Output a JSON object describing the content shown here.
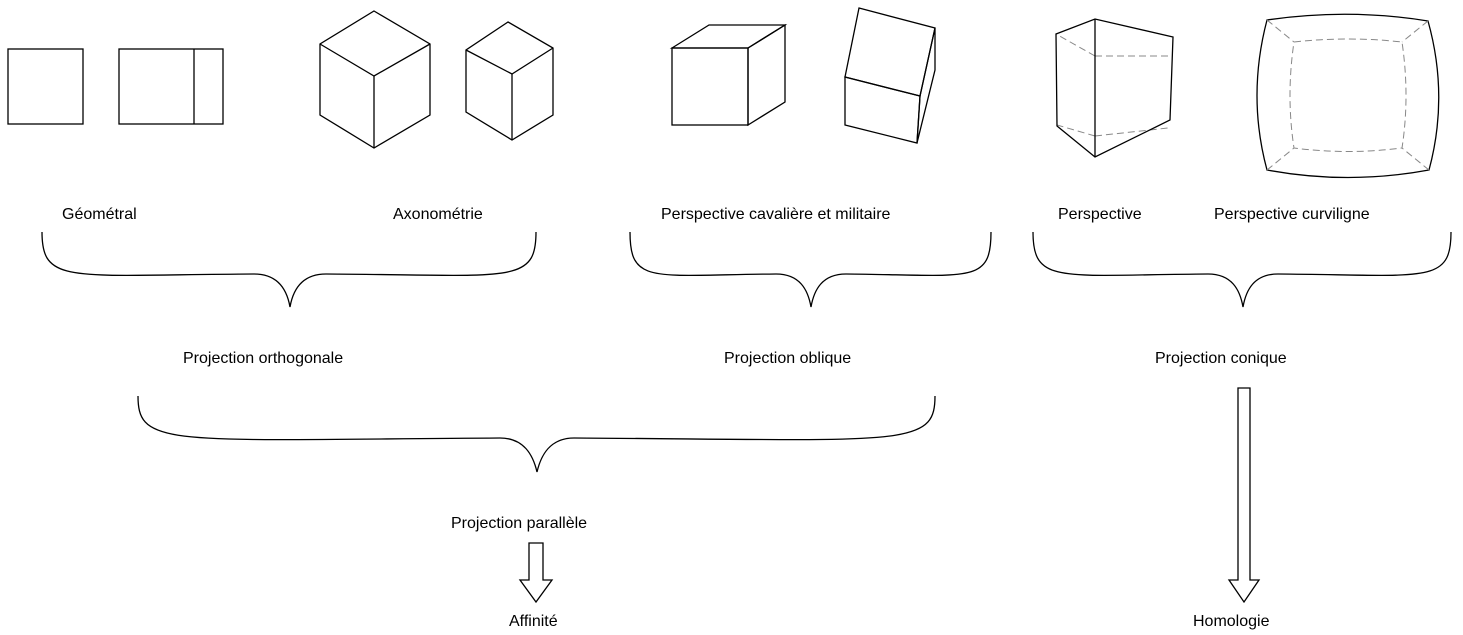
{
  "labels": {
    "geometral": "Géométral",
    "axonometrie": "Axonométrie",
    "cavaliere": "Perspective cavalière et militaire",
    "perspective": "Perspective",
    "curviligne": "Perspective curviligne",
    "proj_orthogonale": "Projection orthogonale",
    "proj_oblique": "Projection oblique",
    "proj_conique": "Projection conique",
    "proj_parallele": "Projection parallèle",
    "affinite": "Affinité",
    "homologie": "Homologie"
  }
}
